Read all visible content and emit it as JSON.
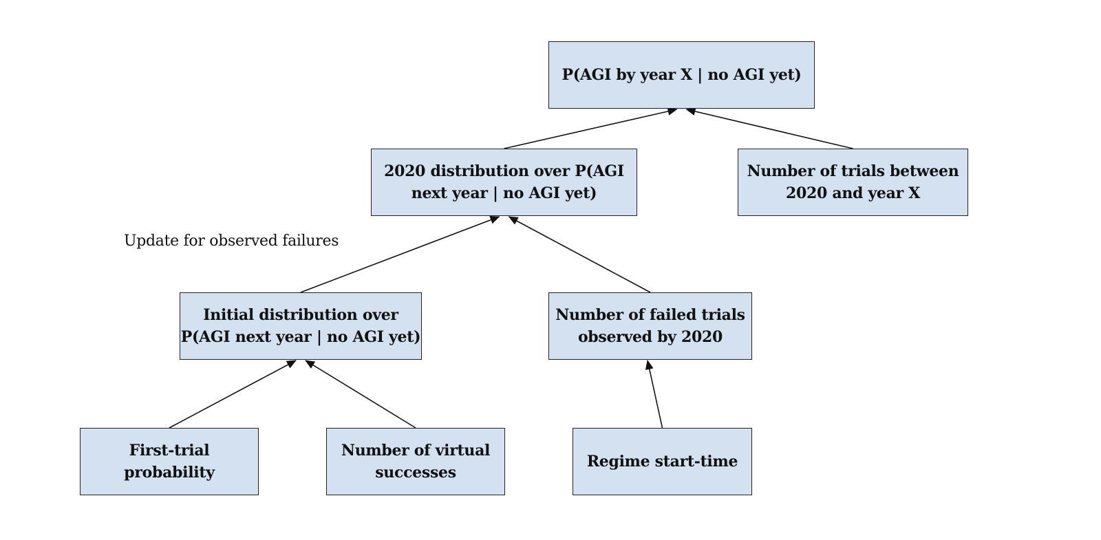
{
  "nodes": {
    "top": {
      "lines": [
        "P(AGI by year X | no AGI yet)"
      ]
    },
    "dist2020": {
      "lines": [
        "2020 distribution over P(AGI",
        "next year | no AGI yet)"
      ]
    },
    "trials": {
      "lines": [
        "Number of trials between",
        "2020 and year X"
      ]
    },
    "initial": {
      "lines": [
        "Initial distribution over",
        "P(AGI next year | no AGI yet)"
      ]
    },
    "failed": {
      "lines": [
        "Number of failed trials",
        "observed by 2020"
      ]
    },
    "firsttrial": {
      "lines": [
        "First-trial",
        "probability"
      ]
    },
    "virtual": {
      "lines": [
        "Number of virtual",
        "successes"
      ]
    },
    "regime": {
      "lines": [
        "Regime start-time"
      ]
    }
  },
  "annotation": "Update for observed failures",
  "edges": [
    {
      "from": "dist2020",
      "to": "top"
    },
    {
      "from": "trials",
      "to": "top"
    },
    {
      "from": "initial",
      "to": "dist2020"
    },
    {
      "from": "failed",
      "to": "dist2020"
    },
    {
      "from": "firsttrial",
      "to": "initial"
    },
    {
      "from": "virtual",
      "to": "initial"
    },
    {
      "from": "regime",
      "to": "failed"
    }
  ],
  "colors": {
    "node_fill": "#d4e1f0",
    "node_border": "#222222",
    "arrow": "#111111",
    "text": "#111111"
  }
}
